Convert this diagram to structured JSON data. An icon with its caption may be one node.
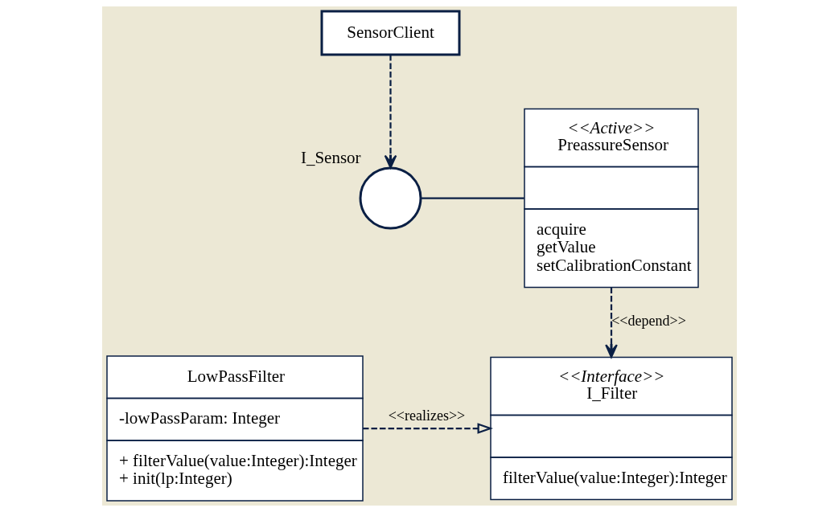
{
  "diagram": {
    "nodes": [
      {
        "text": [
          "SensorClient"
        ]
      },
      {
        "text": [],
        "shape": "circle",
        "beside": [
          "I_Sensor"
        ]
      },
      {
        "text": [
          "<<Active>>",
          "PreassureSensor",
          "acquire",
          "getValue",
          "setCalibrationConstant"
        ]
      },
      {
        "text": [
          "<<Interface>>",
          "I_Filter",
          "filterValue(value:Integer):Integer"
        ]
      },
      {
        "text": [
          "LowPassFilter",
          "-lowPassParam: Integer",
          "+ filterValue(value:Integer):Integer",
          "+ init(lp:Integer)"
        ]
      }
    ],
    "edges": [
      {
        "from": 0,
        "to": 1,
        "arrow": "to",
        "style": "dashed"
      },
      {
        "from": 1,
        "to": 2,
        "arrow": "none"
      },
      {
        "from": 2,
        "to": 3,
        "arrow": "to",
        "style": "dashed",
        "label": "<<depend>>"
      },
      {
        "from": 4,
        "to": 3,
        "arrow": "to",
        "style": "dashed",
        "label": "<<realizes>>"
      }
    ]
  }
}
